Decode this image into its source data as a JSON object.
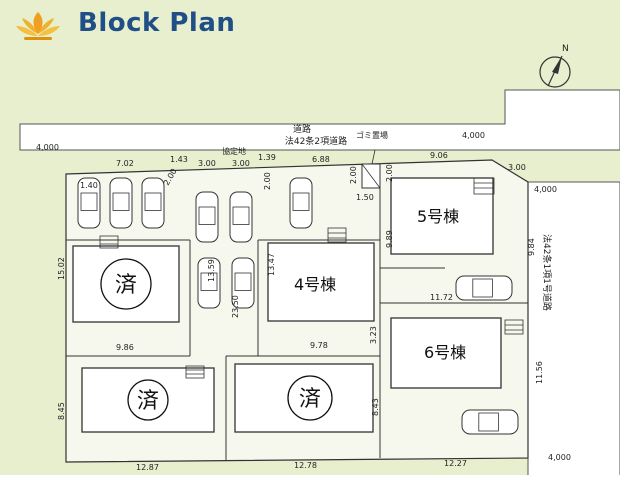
{
  "header": {
    "title": "Block Plan"
  },
  "roads": {
    "top_label_1": "道路",
    "top_label_2": "法42条2項道路",
    "side_label": "法42条1項1号道路",
    "widths": [
      "4,000",
      "4,000",
      "4,000",
      "4,000"
    ]
  },
  "labels": {
    "kyotei": "協定地",
    "gomi": "ゴミ置場",
    "north": "N"
  },
  "lots": {
    "lot4": "4号棟",
    "lot5": "5号棟",
    "lot6": "6号棟",
    "sold": "済"
  },
  "dims": {
    "d702": "7.02",
    "d143": "1.43",
    "d300a": "3.00",
    "d300b": "3.00",
    "d139": "1.39",
    "d688": "6.88",
    "d906": "9.06",
    "d300c": "3.00",
    "d140": "1.40",
    "d200a": "2.00",
    "d200b": "2.00",
    "d200c": "2.00",
    "d200d": "2.00",
    "d150": "1.50",
    "d1502": "15.02",
    "d1359": "13.59",
    "d1347": "13.47",
    "d989": "9.89",
    "d984": "9.84",
    "d1172": "11.72",
    "d986": "9.86",
    "d978": "9.78",
    "d323": "3.23",
    "d2350": "23.50",
    "d845": "8.45",
    "d843": "8.43",
    "d1156": "11.56",
    "d1287": "12.87",
    "d1278": "12.78",
    "d1227": "12.27"
  }
}
